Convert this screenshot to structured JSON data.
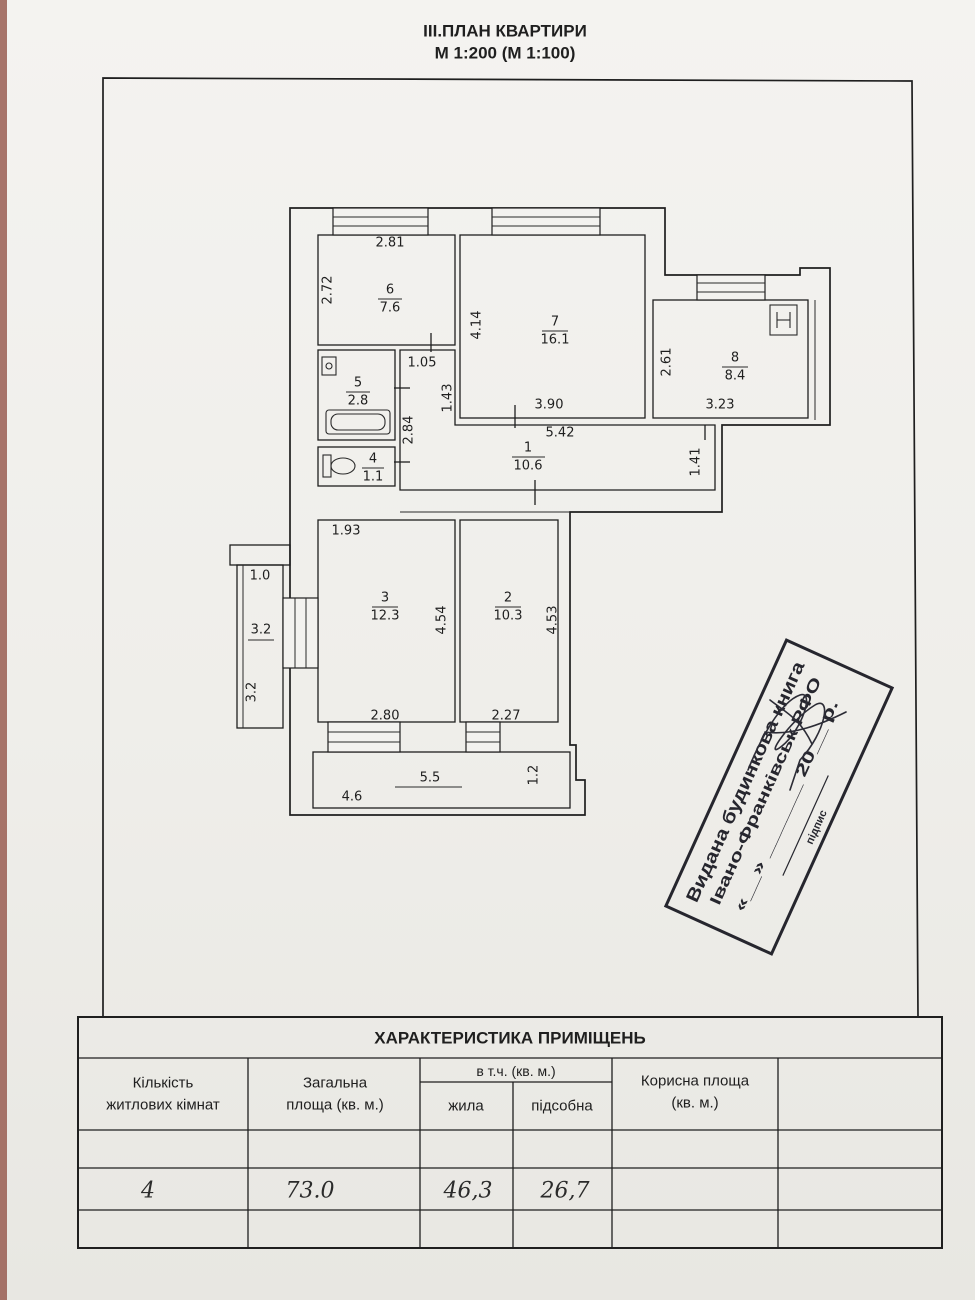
{
  "header": {
    "title": "ІІІ.ПЛАН КВАРТИРИ",
    "scale": "М 1:200 (М 1:100)"
  },
  "plan": {
    "rooms": [
      {
        "number": "6",
        "area": "7.6",
        "dims": [
          "2.81",
          "2.72"
        ]
      },
      {
        "number": "7",
        "area": "16.1",
        "dims": [
          "4.14",
          "3.90"
        ]
      },
      {
        "number": "8",
        "area": "8.4",
        "dims": [
          "2.61",
          "3.23"
        ]
      },
      {
        "number": "5",
        "area": "2.8"
      },
      {
        "number": "4",
        "area": "1.1"
      },
      {
        "number": "1",
        "area": "10.6",
        "dims": [
          "5.42",
          "1.05",
          "1.43",
          "2.84",
          "1.41"
        ]
      },
      {
        "number": "3",
        "area": "12.3",
        "dims": [
          "1.93",
          "4.54",
          "2.80"
        ]
      },
      {
        "number": "2",
        "area": "10.3",
        "dims": [
          "4.53",
          "2.27"
        ]
      }
    ],
    "balconies": [
      {
        "area": "3.2",
        "dims": [
          "1.0",
          "3.2"
        ]
      },
      {
        "area": "5.5",
        "dims": [
          "4.6",
          "1.2"
        ]
      }
    ],
    "fixtures": [
      "sink-icon",
      "bathtub-icon",
      "toilet-icon",
      "stove-icon"
    ]
  },
  "table": {
    "title": "ХАРАКТЕРИСТИКА ПРИМІЩЕНЬ",
    "headers": {
      "rooms_count": [
        "Кількість",
        "житлових кімнат"
      ],
      "total_area": [
        "Загальна",
        "площа (кв. м.)"
      ],
      "including": "в т.ч. (кв. м.)",
      "living": "жила",
      "auxiliary": "підсобна",
      "useful_area": [
        "Корисна площа",
        "(кв. м.)"
      ]
    },
    "values": {
      "rooms_count": "4",
      "total_area": "73.0",
      "living": "46,3",
      "auxiliary": "26,7"
    }
  },
  "stamp": {
    "lines": [
      "Видана будинкова книга",
      "Івано-Франківськ РФО",
      "«__» ______ 20__ р."
    ],
    "signature_label": "підпис"
  },
  "colors": {
    "paper": "#f2f1ee",
    "ink": "#1f1f1f",
    "stamp_ink": "#26262e"
  }
}
